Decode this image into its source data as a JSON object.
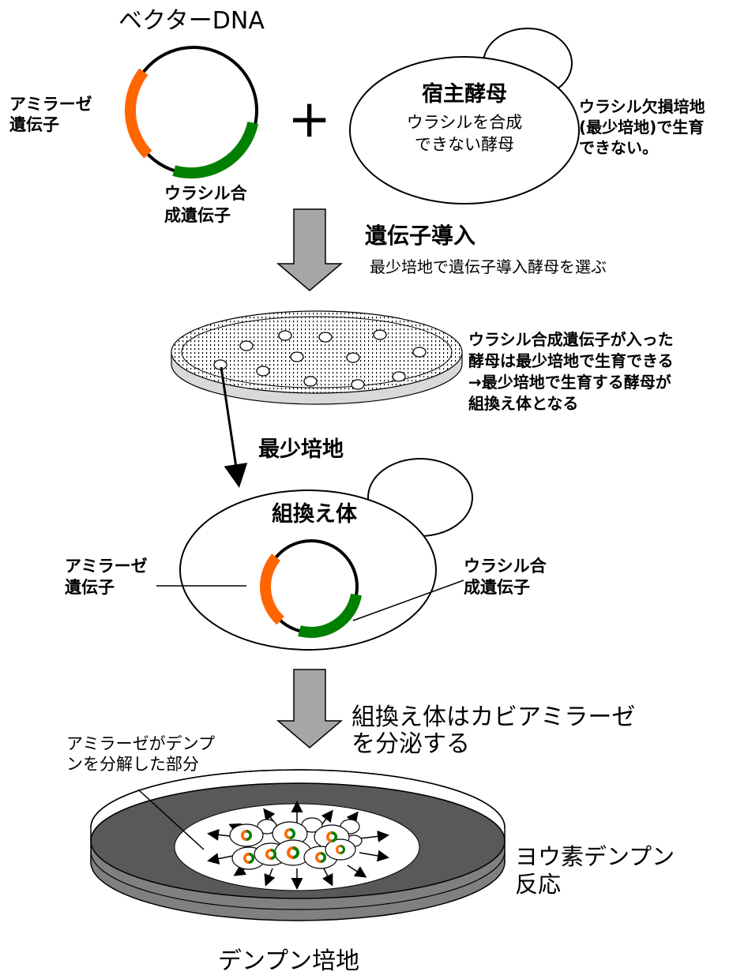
{
  "colors": {
    "amylase": "#ff6600",
    "uracil": "#008000",
    "arrow_fill": "#a6a6a6",
    "starch_dark": "#595959",
    "starch_mid": "#808080",
    "plate_rim": "#d9d9d9"
  },
  "top": {
    "vector_title": "ベクターDNA",
    "amylase_label": [
      "アミラーゼ",
      "遺伝子"
    ],
    "uracil_label": [
      "ウラシル合",
      "成遺伝子"
    ],
    "plus": "+",
    "host_title": "宿主酵母",
    "host_desc": [
      "ウラシルを合成",
      "できない酵母"
    ],
    "side_note": [
      "ウラシル欠損培地",
      "(最少培地)で生育",
      "できない。"
    ]
  },
  "step1": {
    "title": "遺伝子導入",
    "desc": "最少培地で遺伝子導入酵母を選ぶ"
  },
  "plate1": {
    "note": [
      "ウラシル合成遺伝子が入った",
      "酵母は最少培地で生育できる",
      "→最少培地で生育する酵母が",
      "組換え体となる"
    ],
    "label": "最少培地"
  },
  "recombinant": {
    "title": "組換え体",
    "amylase_label": [
      "アミラーゼ",
      "遺伝子"
    ],
    "uracil_label": [
      "ウラシル合",
      "成遺伝子"
    ]
  },
  "step2": {
    "title": [
      "組換え体はカビアミラーゼ",
      "を分泌する"
    ]
  },
  "plate2": {
    "clear_note": [
      "アミラーゼがデンプ",
      "ンを分解した部分"
    ],
    "reaction": [
      "ヨウ素デンプン",
      "反応"
    ],
    "label": "デンプン培地"
  }
}
